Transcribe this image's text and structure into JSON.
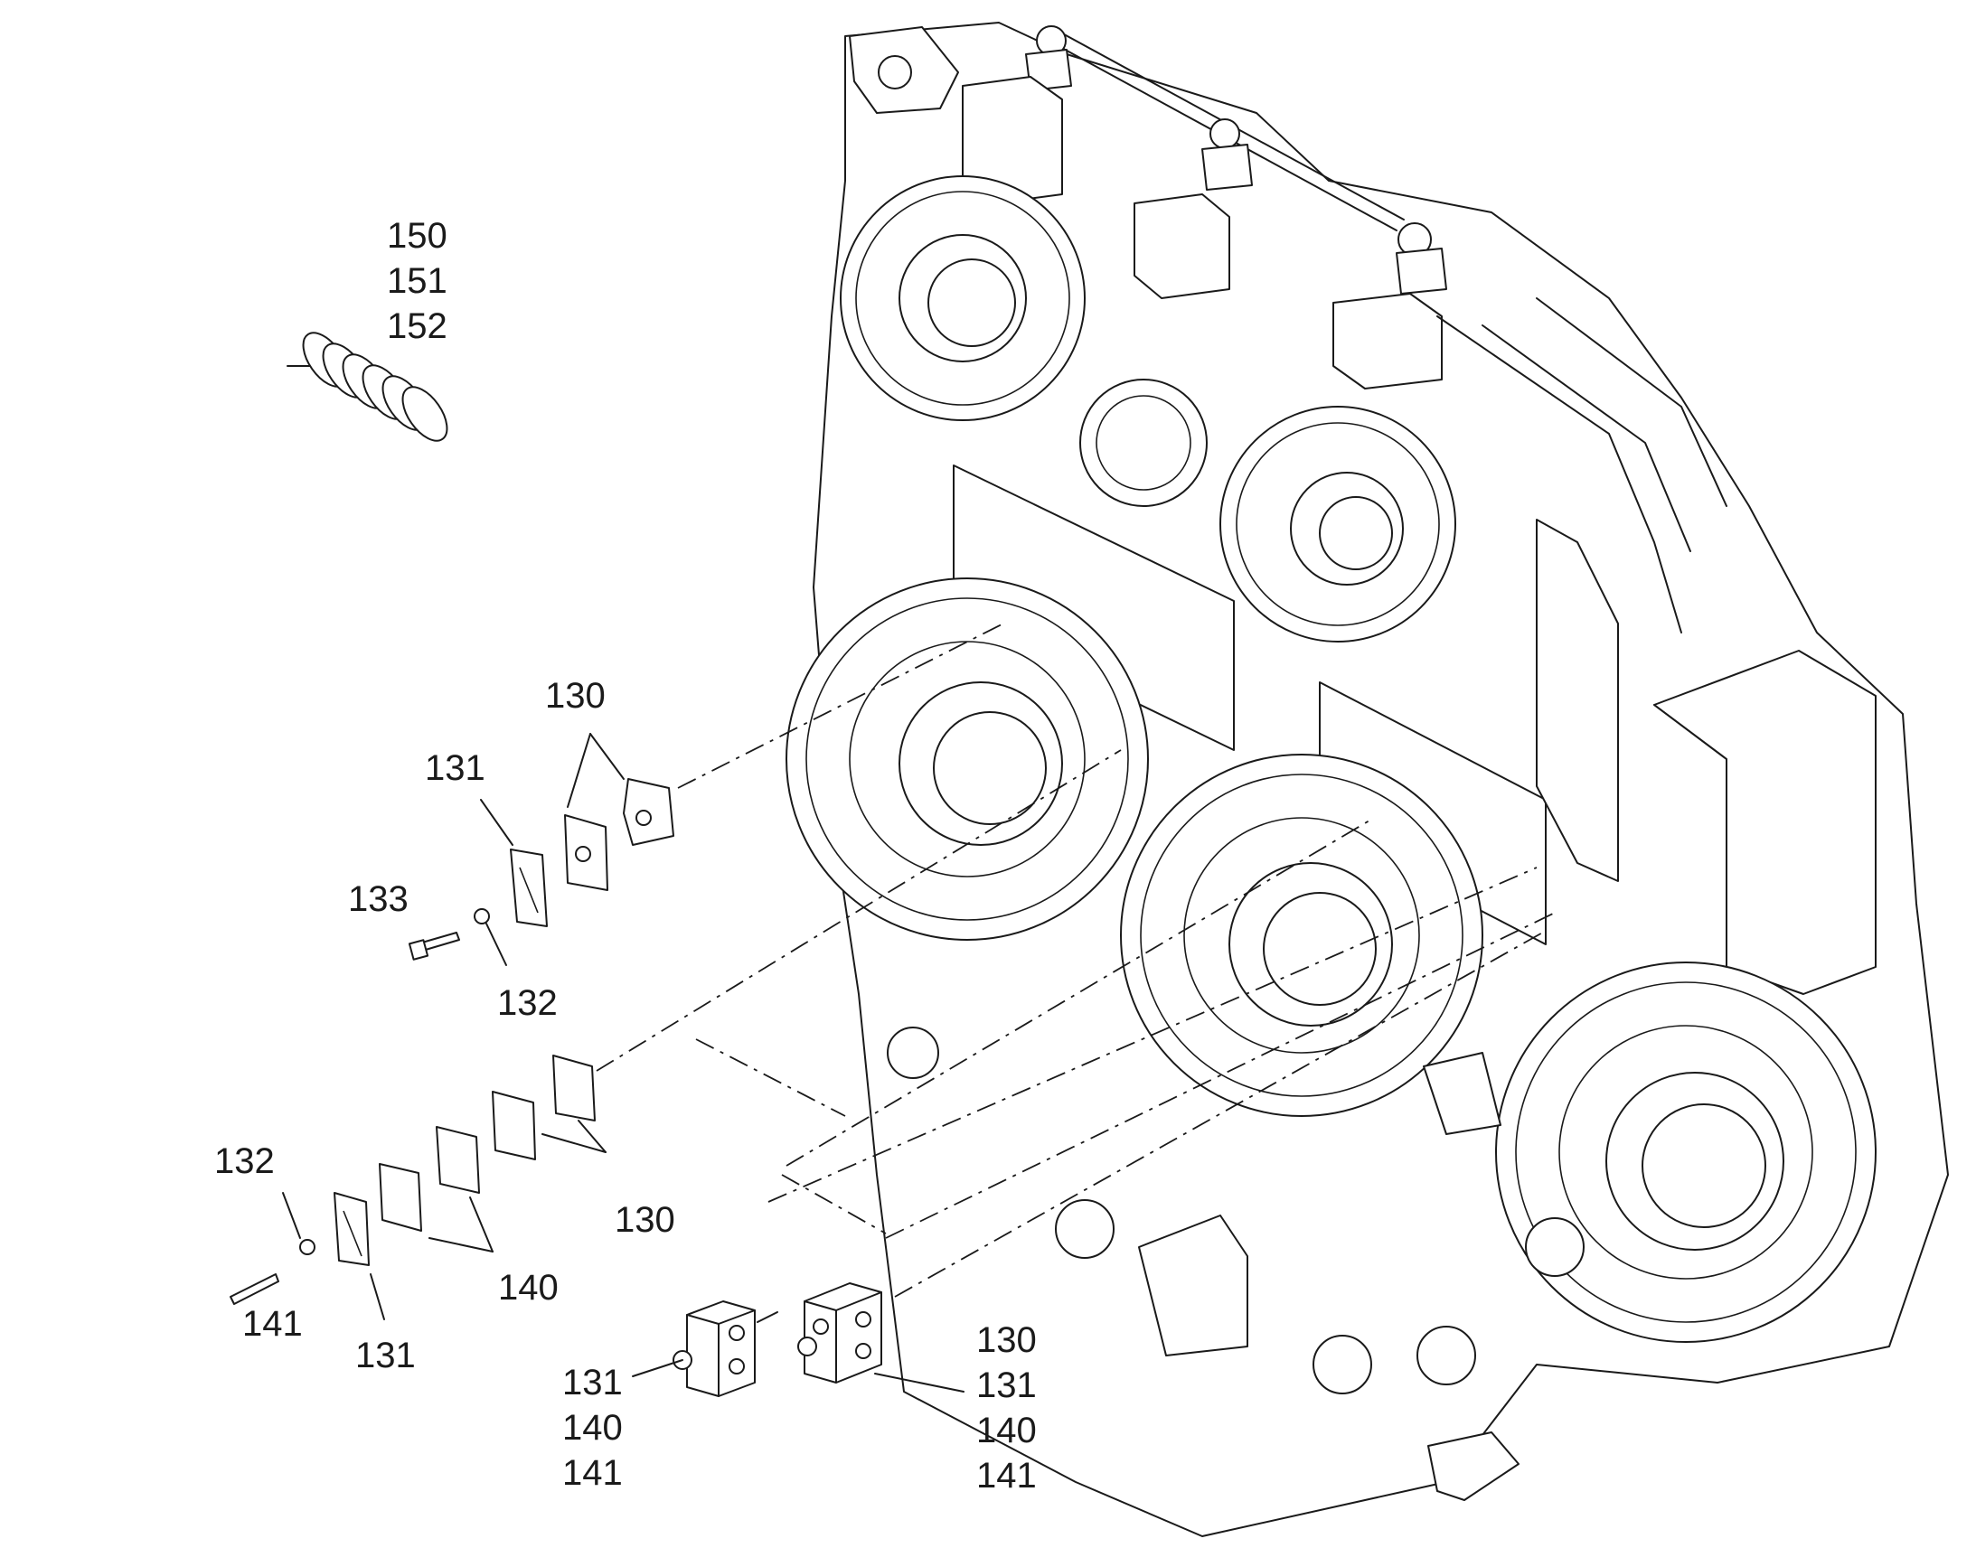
{
  "callouts": {
    "spring": [
      "150",
      "151",
      "152"
    ],
    "upper_clamp_130": "130",
    "upper_plate_131": "131",
    "upper_bolt_133": "133",
    "upper_washer_132": "132",
    "lower_washer_132": "132",
    "lower_clamp_130": "130",
    "lower_clamp_140": "140",
    "lower_bolt_141": "141",
    "lower_plate_131": "131",
    "assembly_left": [
      "131",
      "140",
      "141"
    ],
    "assembly_right": [
      "130",
      "131",
      "140",
      "141"
    ]
  },
  "colors": {
    "line": "#1a1a1a",
    "background": "#ffffff"
  }
}
